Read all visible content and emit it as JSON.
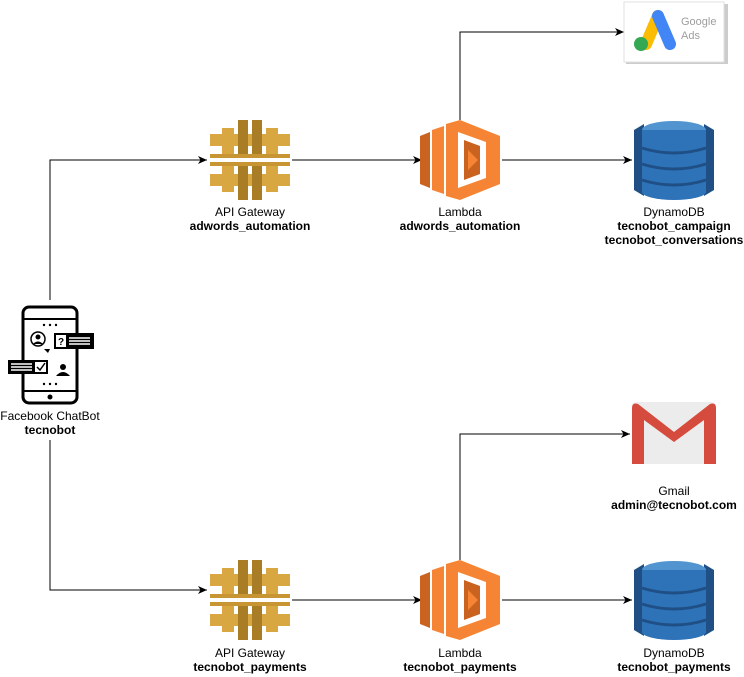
{
  "chatbot": {
    "service": "Facebook ChatBot",
    "name": "tecnobot"
  },
  "top_row": {
    "gateway": {
      "service": "API Gateway",
      "name": "adwords_automation"
    },
    "lambda": {
      "service": "Lambda",
      "name": "adwords_automation"
    },
    "dynamodb": {
      "service": "DynamoDB",
      "names": [
        "tecnobot_campaign",
        "tecnobot_conversations"
      ]
    },
    "google_ads": {
      "line1": "Google",
      "line2": "Ads"
    }
  },
  "bottom_row": {
    "gateway": {
      "service": "API Gateway",
      "name": "tecnobot_payments"
    },
    "lambda": {
      "service": "Lambda",
      "name": "tecnobot_payments"
    },
    "dynamodb": {
      "service": "DynamoDB",
      "name": "tecnobot_payments"
    },
    "gmail": {
      "service": "Gmail",
      "name": "admin@tecnobot.com"
    }
  },
  "colors": {
    "gateway": "#d9a741",
    "gateway_dark": "#a97d26",
    "lambda": "#f58534",
    "lambda_dark": "#c9631f",
    "dynamodb": "#2e73b8",
    "dynamodb_dark": "#1f4f85",
    "gmail_red": "#d54b3d",
    "connector": "#000000"
  }
}
